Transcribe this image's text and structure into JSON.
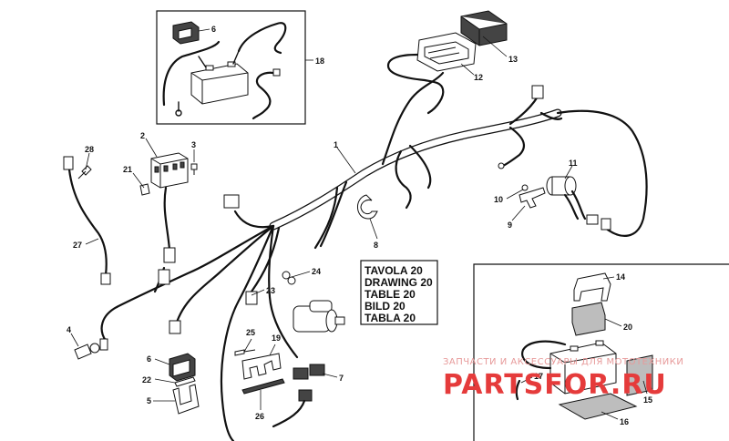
{
  "diagram": {
    "title_box": [
      "TAVOLA 20",
      "DRAWING 20",
      "TABLE 20",
      "BILD 20",
      "TABLA 20"
    ],
    "callouts": {
      "c1": "1",
      "c2": "2",
      "c3": "3",
      "c4": "4",
      "c5": "5",
      "c6": "6",
      "c6b": "6",
      "c7": "7",
      "c8": "8",
      "c9": "9",
      "c10": "10",
      "c11": "11",
      "c12": "12",
      "c13": "13",
      "c14": "14",
      "c15": "15",
      "c16": "16",
      "c17": "17",
      "c18": "18",
      "c19": "19",
      "c20": "20",
      "c21": "21",
      "c22": "22",
      "c23": "23",
      "c24": "24",
      "c25": "25",
      "c26": "26",
      "c27": "27",
      "c28": "28"
    },
    "watermark": {
      "tagline": "ЗАПЧАСТИ И АКСЕССУАРЫ ДЛЯ МОТОТЕХНИКИ",
      "brand": "PARTSFOR.RU"
    }
  }
}
